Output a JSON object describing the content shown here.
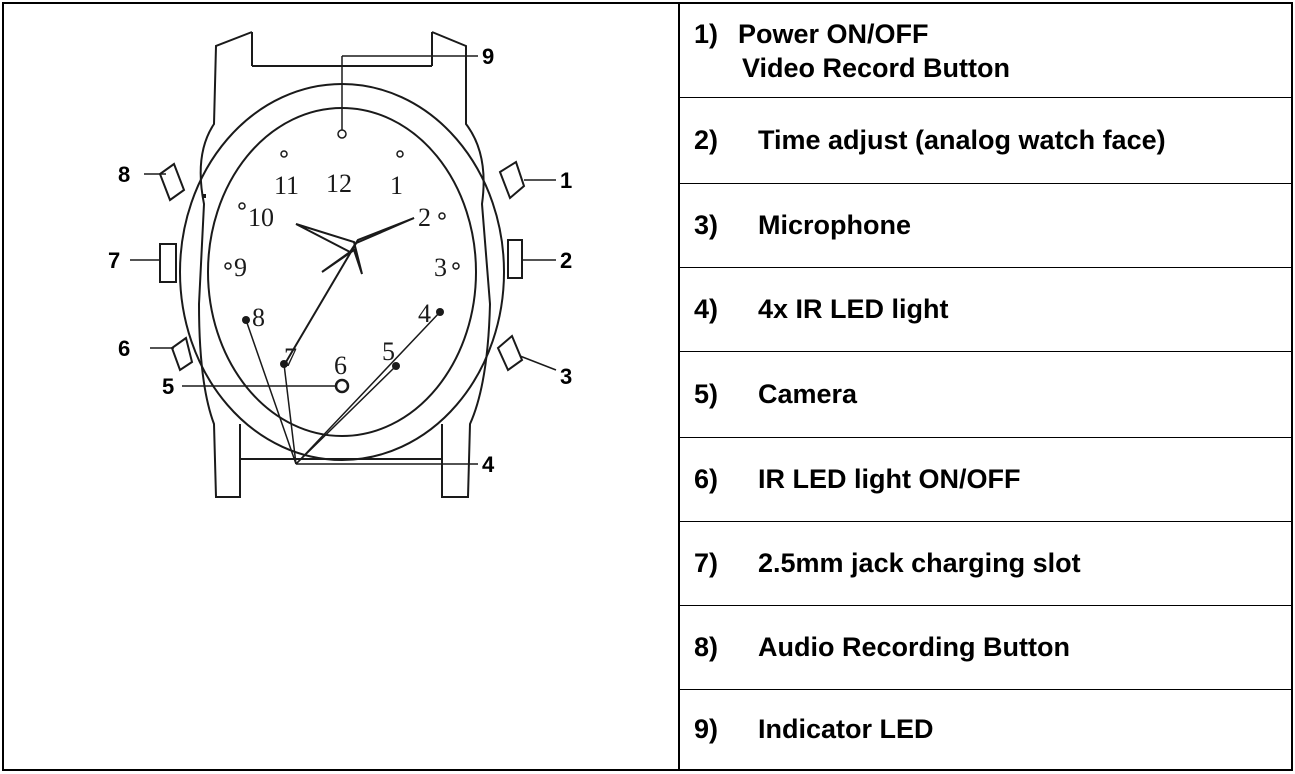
{
  "items": [
    {
      "num": "1)",
      "label": "Power ON/OFF",
      "label2": "Video Record Button"
    },
    {
      "num": "2)",
      "label": "Time adjust (analog watch face)"
    },
    {
      "num": "3)",
      "label": "Microphone"
    },
    {
      "num": "4)",
      "label": "4x IR LED light"
    },
    {
      "num": "5)",
      "label": "Camera"
    },
    {
      "num": "6)",
      "label": "IR LED light ON/OFF"
    },
    {
      "num": "7)",
      "label": "2.5mm jack charging slot"
    },
    {
      "num": "8)",
      "label": "Audio Recording Button"
    },
    {
      "num": "9)",
      "label": "Indicator LED"
    }
  ],
  "diagram": {
    "dial_numbers": [
      "12",
      "1",
      "2",
      "3",
      "4",
      "5",
      "6",
      "7",
      "8",
      "9",
      "10",
      "11"
    ],
    "callouts": [
      "1",
      "2",
      "3",
      "4",
      "5",
      "6",
      "7",
      "8",
      "9"
    ]
  },
  "colors": {
    "line": "#1a1a1a",
    "border": "#000000"
  }
}
